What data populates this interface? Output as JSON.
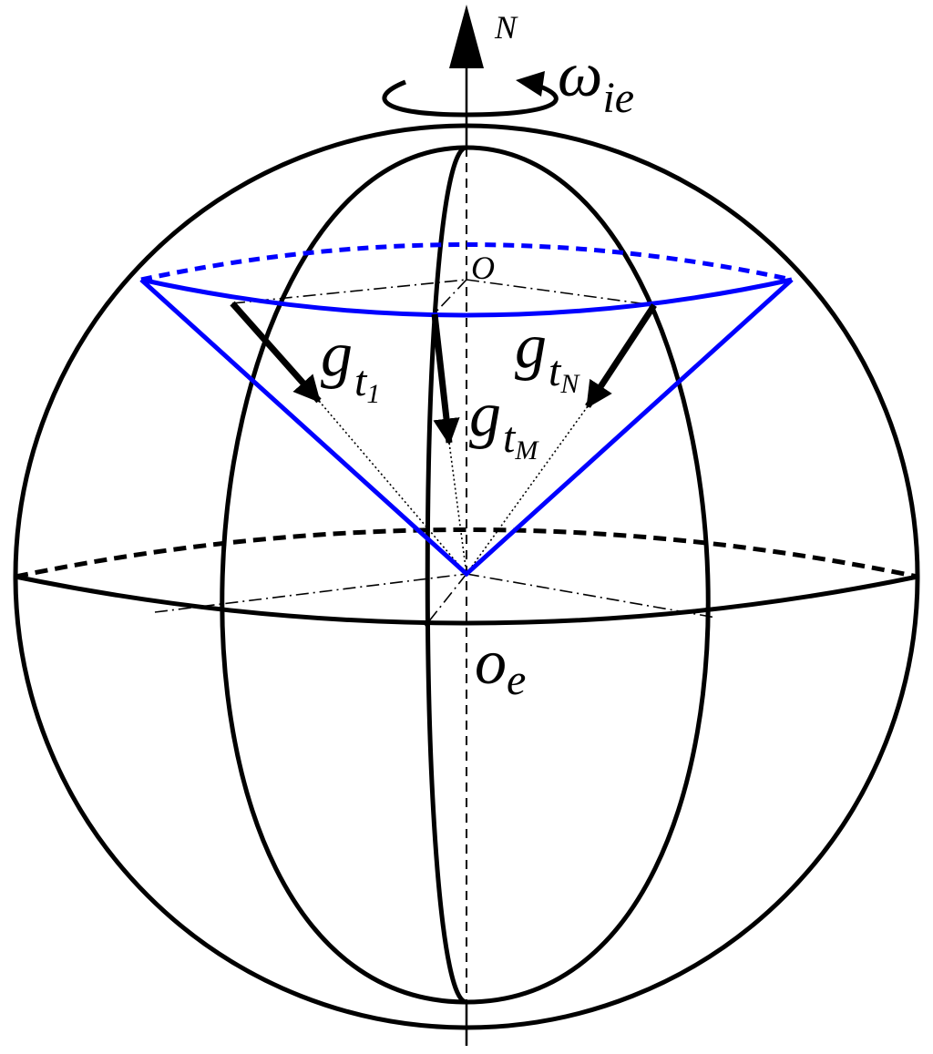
{
  "labels": {
    "north": "N",
    "omega_main": "ω",
    "omega_sub": "ie",
    "center_o": "O",
    "earth_center_main": "o",
    "earth_center_sub": "e",
    "g1_main": "g",
    "g1_sub": "t",
    "g1_subsub": "1",
    "gN_main": "g",
    "gN_sub": "t",
    "gN_subsub": "N",
    "gM_main": "g",
    "gM_sub": "t",
    "gM_subsub": "M"
  },
  "colors": {
    "sphere": "#000000",
    "latitude_circle": "#0000ff",
    "cone": "#0000ff"
  }
}
